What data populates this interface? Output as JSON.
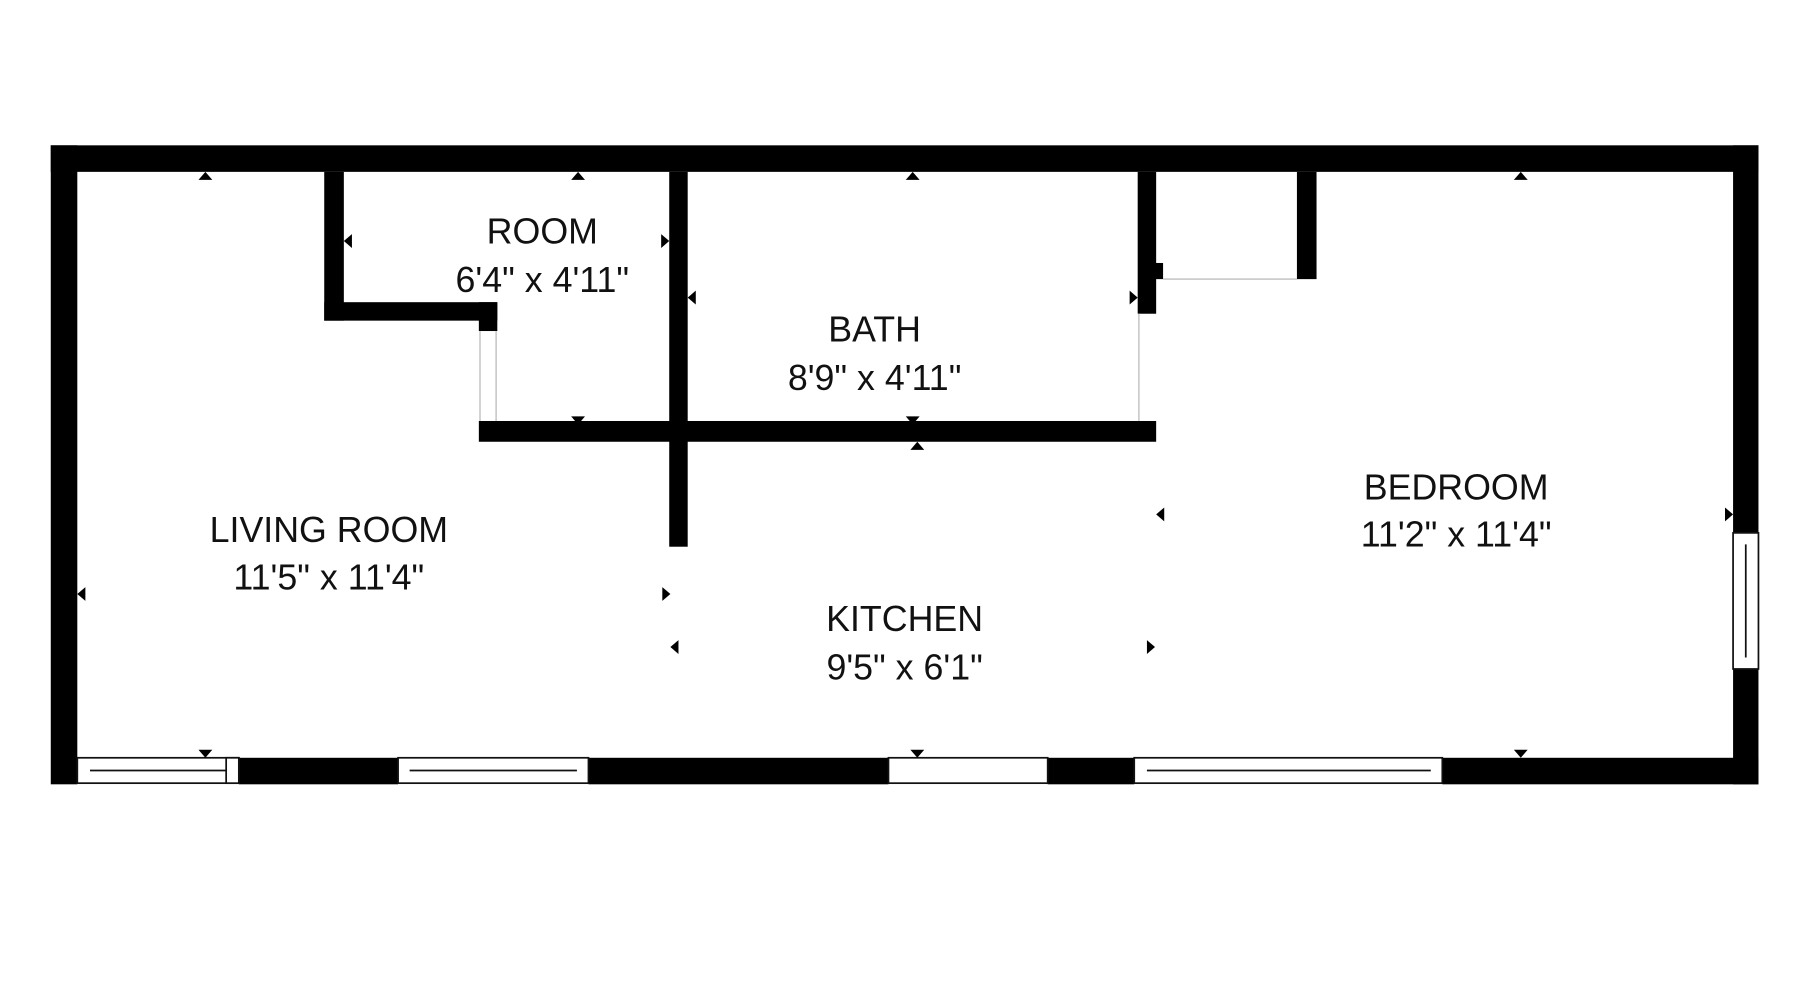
{
  "rooms": [
    {
      "name": "ROOM",
      "size": "6'4\" x 4'11\""
    },
    {
      "name": "BATH",
      "size": "8'9\" x 4'11\""
    },
    {
      "name": "LIVING ROOM",
      "size": "11'5\" x 11'4\""
    },
    {
      "name": "KITCHEN",
      "size": "9'5\" x 6'1\""
    },
    {
      "name": "BEDROOM",
      "size": "11'2\" x 11'4\""
    }
  ],
  "colors": {
    "wall": "#000000",
    "background": "#ffffff"
  }
}
